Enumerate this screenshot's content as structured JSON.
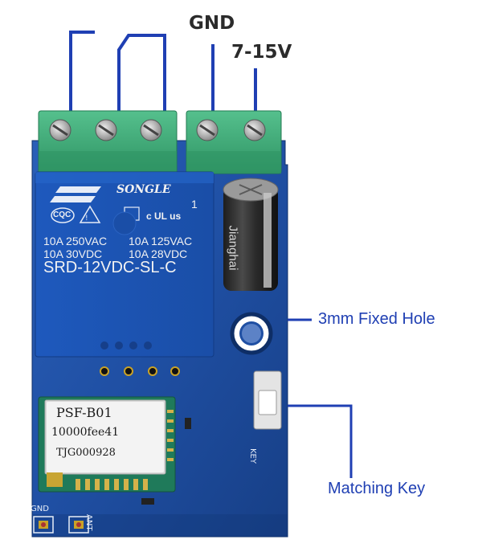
{
  "labels": {
    "gnd": "GND",
    "voltage": "7-15V",
    "fixed_hole": "3mm  Fixed Hole",
    "matching_key": "Matching Key"
  },
  "relay": {
    "brand": "SONGLE",
    "cert_left": "CQC",
    "cert_right": "c UL us",
    "cert_num": "1",
    "rating_line1_left": "10A 250VAC",
    "rating_line1_right": "10A 125VAC",
    "rating_line2_left": "10A  30VDC",
    "rating_line2_right": "10A  28VDC",
    "model": "SRD-12VDC-SL-C"
  },
  "capacitor": {
    "brand": "Jianghai"
  },
  "wifi_module": {
    "model": "PSF-B01",
    "id": "10000fee41",
    "serial": "TJG000928"
  },
  "silkscreen": {
    "key": "KEY",
    "gnd": "GND",
    "ant": "ANT"
  },
  "colors": {
    "pcb": "#1f4fa8",
    "relay": "#1d56b8",
    "terminal": "#3fae7a",
    "annotation": "#1f3fb3"
  }
}
